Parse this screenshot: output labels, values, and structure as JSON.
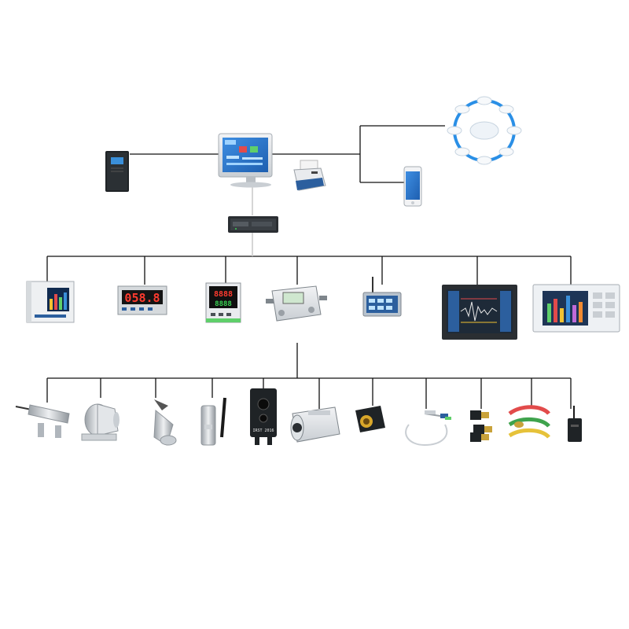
{
  "diagram": {
    "title": "",
    "nodes": {
      "ups": {
        "label": "",
        "icon": "ups-tower-icon"
      },
      "workstation": {
        "label": "",
        "icon": "monitor-scada-icon"
      },
      "printer": {
        "label": "",
        "icon": "printer-icon"
      },
      "cloud_platform": {
        "label": "",
        "icon": "cloud-network-ring-icon"
      },
      "mobile_app": {
        "label": "",
        "icon": "smartphone-icon"
      },
      "rack_server": {
        "label": "",
        "icon": "rack-switch-icon"
      }
    },
    "instruments": [
      {
        "name": "panel-meter",
        "icon": "panel-meter-icon"
      },
      {
        "name": "digital-controller",
        "icon": "digital-display-icon",
        "display": "058.8"
      },
      {
        "name": "temperature-controller",
        "icon": "temp-controller-icon",
        "display_top": "8888",
        "display_bottom": "8888"
      },
      {
        "name": "signal-converter",
        "icon": "converter-module-icon"
      },
      {
        "name": "wireless-terminal",
        "icon": "wireless-terminal-icon"
      },
      {
        "name": "waveform-recorder",
        "icon": "recorder-rack-icon"
      },
      {
        "name": "paperless-recorder",
        "icon": "bar-recorder-icon"
      }
    ],
    "sensors": [
      {
        "name": "infrared-probe",
        "icon": "ir-probe-icon"
      },
      {
        "name": "mounted-pyrometer",
        "icon": "pyrometer-icon"
      },
      {
        "name": "pressure-transmitter",
        "icon": "pressure-sensor-icon"
      },
      {
        "name": "wireless-sensor",
        "icon": "antenna-sensor-icon"
      },
      {
        "name": "thermal-camera",
        "icon": "thermal-camera-icon",
        "label": "IRST 2016"
      },
      {
        "name": "housing-camera",
        "icon": "camera-housing-icon"
      },
      {
        "name": "compact-thermal-module",
        "icon": "thermal-module-icon"
      },
      {
        "name": "thermocouple",
        "icon": "thermocouple-icon"
      },
      {
        "name": "busbar-sensor",
        "icon": "busbar-sensor-icon"
      },
      {
        "name": "cable-clamp-sensor",
        "icon": "cable-clamp-icon"
      },
      {
        "name": "wireless-tag",
        "icon": "wireless-tag-icon"
      }
    ],
    "colors": {
      "line": "#111111",
      "line_light": "#c8c8c8",
      "screen_blue": "#2f7bd6",
      "ring_blue": "#2a8fe6",
      "device_gray": "#d9dde1",
      "device_dark": "#1f2326"
    }
  }
}
